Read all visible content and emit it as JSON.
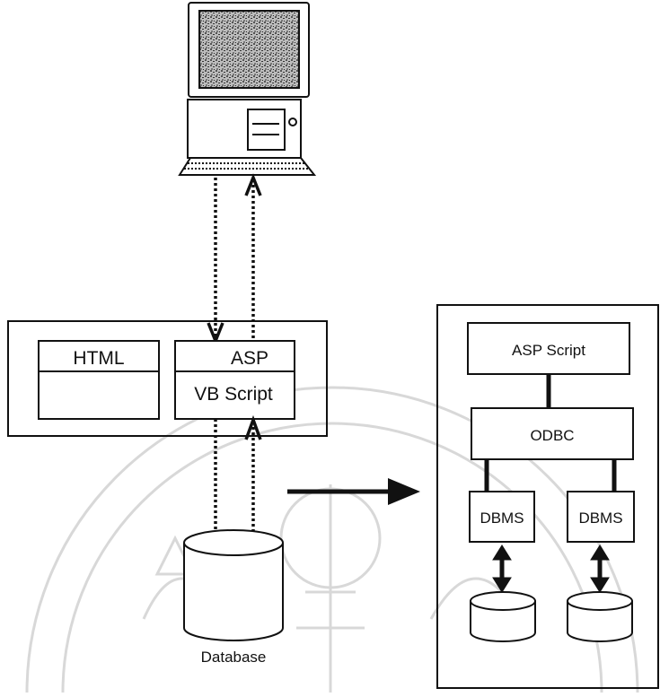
{
  "web_server": {
    "html_label": "HTML",
    "asp_label": "ASP",
    "vbscript_label": "VB Script"
  },
  "database_label": "Database",
  "db_stack": {
    "asp_script_label": "ASP  Script",
    "odbc_label": "ODBC",
    "dbms_left_label": "DBMS",
    "dbms_right_label": "DBMS"
  },
  "colors": {
    "line": "#111111",
    "background": "#ffffff",
    "watermark": "#d8d8d8",
    "screen": "#9a9a9a"
  },
  "icons": [
    "computer-icon",
    "database-icon",
    "university-seal-watermark"
  ]
}
